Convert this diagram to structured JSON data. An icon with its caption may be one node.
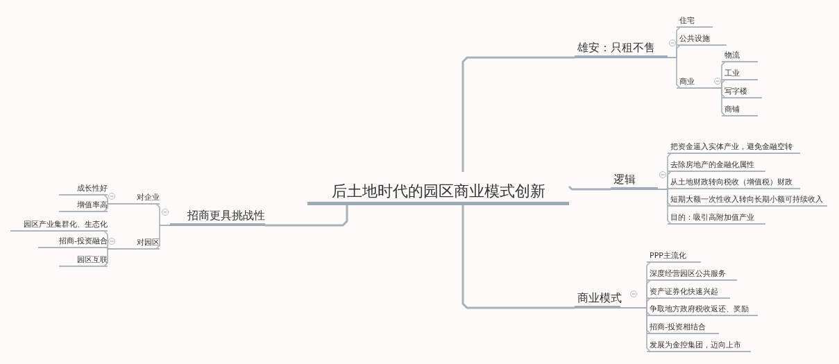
{
  "diagram": {
    "nodes": [
      {
        "text": [
          "后土地时代的园区商业模式创新"
        ]
      },
      {
        "text": [
          "雄安：只租不售"
        ]
      },
      {
        "text": [
          "住宅"
        ]
      },
      {
        "text": [
          "公共设施"
        ]
      },
      {
        "text": [
          "商业"
        ]
      },
      {
        "text": [
          "物流"
        ]
      },
      {
        "text": [
          "工业"
        ]
      },
      {
        "text": [
          "写字楼"
        ]
      },
      {
        "text": [
          "商铺"
        ]
      },
      {
        "text": [
          "逻辑"
        ]
      },
      {
        "text": [
          "把资金逼入实体产业，避免金融空转"
        ]
      },
      {
        "text": [
          "去除房地产的金融化属性"
        ]
      },
      {
        "text": [
          "从土地财政转向税收（增值税）财政"
        ]
      },
      {
        "text": [
          "短期大额一次性收入转向长期小额可持续收入"
        ]
      },
      {
        "text": [
          "目的：吸引高附加值产业"
        ]
      },
      {
        "text": [
          "商业模式"
        ]
      },
      {
        "text": [
          "PPP主流化"
        ]
      },
      {
        "text": [
          "深度经营园区公共服务"
        ]
      },
      {
        "text": [
          "资产证券化快速兴起"
        ]
      },
      {
        "text": [
          "争取地方政府税收返还、奖励"
        ]
      },
      {
        "text": [
          "招商-投资相结合"
        ]
      },
      {
        "text": [
          "发展为金控集团，迈向上市"
        ]
      },
      {
        "text": [
          "招商更具挑战性"
        ]
      },
      {
        "text": [
          "对企业"
        ]
      },
      {
        "text": [
          "对园区"
        ]
      },
      {
        "text": [
          "成长性好"
        ]
      },
      {
        "text": [
          "增值率高"
        ]
      },
      {
        "text": [
          "园区产业集群化、生态化"
        ]
      },
      {
        "text": [
          "招商-投资融合"
        ]
      },
      {
        "text": [
          "园区互联"
        ]
      }
    ],
    "edges": [
      {
        "from": 0,
        "to": 1,
        "arrow": "none"
      },
      {
        "from": 1,
        "to": 2,
        "arrow": "none"
      },
      {
        "from": 1,
        "to": 3,
        "arrow": "none"
      },
      {
        "from": 1,
        "to": 4,
        "arrow": "none"
      },
      {
        "from": 4,
        "to": 5,
        "arrow": "none"
      },
      {
        "from": 4,
        "to": 6,
        "arrow": "none"
      },
      {
        "from": 4,
        "to": 7,
        "arrow": "none"
      },
      {
        "from": 4,
        "to": 8,
        "arrow": "none"
      },
      {
        "from": 0,
        "to": 9,
        "arrow": "none"
      },
      {
        "from": 9,
        "to": 10,
        "arrow": "none"
      },
      {
        "from": 9,
        "to": 11,
        "arrow": "none"
      },
      {
        "from": 9,
        "to": 12,
        "arrow": "none"
      },
      {
        "from": 9,
        "to": 13,
        "arrow": "none"
      },
      {
        "from": 9,
        "to": 14,
        "arrow": "none"
      },
      {
        "from": 0,
        "to": 15,
        "arrow": "none"
      },
      {
        "from": 15,
        "to": 16,
        "arrow": "none"
      },
      {
        "from": 15,
        "to": 17,
        "arrow": "none"
      },
      {
        "from": 15,
        "to": 18,
        "arrow": "none"
      },
      {
        "from": 15,
        "to": 19,
        "arrow": "none"
      },
      {
        "from": 15,
        "to": 20,
        "arrow": "none"
      },
      {
        "from": 15,
        "to": 21,
        "arrow": "none"
      },
      {
        "from": 0,
        "to": 22,
        "arrow": "none"
      },
      {
        "from": 22,
        "to": 23,
        "arrow": "none"
      },
      {
        "from": 22,
        "to": 24,
        "arrow": "none"
      },
      {
        "from": 23,
        "to": 25,
        "arrow": "none"
      },
      {
        "from": 23,
        "to": 26,
        "arrow": "none"
      },
      {
        "from": 24,
        "to": 27,
        "arrow": "none"
      },
      {
        "from": 24,
        "to": 28,
        "arrow": "none"
      },
      {
        "from": 24,
        "to": 29,
        "arrow": "none"
      }
    ]
  }
}
